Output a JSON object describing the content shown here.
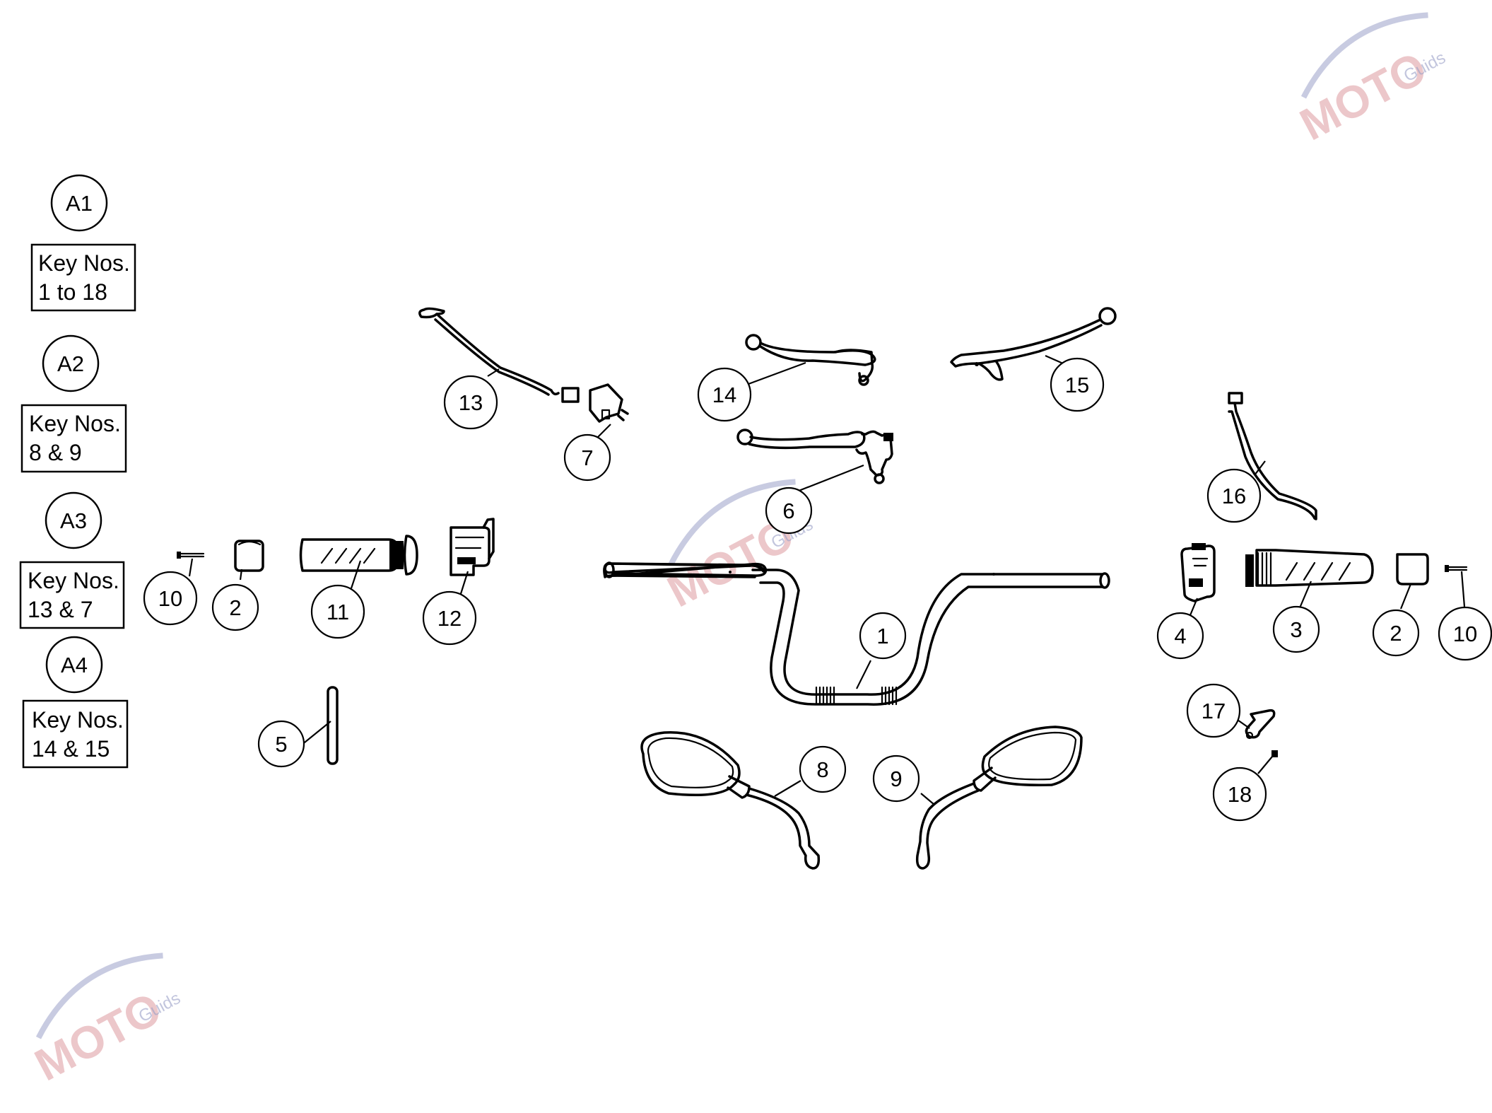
{
  "groups": [
    {
      "id": "A1",
      "key_line1": "Key Nos.",
      "key_line2": "1 to 18"
    },
    {
      "id": "A2",
      "key_line1": "Key Nos.",
      "key_line2": "8 & 9"
    },
    {
      "id": "A3",
      "key_line1": "Key Nos.",
      "key_line2": "13 & 7"
    },
    {
      "id": "A4",
      "key_line1": "Key Nos.",
      "key_line2": "14 & 15"
    }
  ],
  "callouts": {
    "c1": "1",
    "c2_left": "2",
    "c2_right": "2",
    "c3": "3",
    "c4": "4",
    "c5": "5",
    "c6": "6",
    "c7": "7",
    "c8": "8",
    "c9": "9",
    "c10_left": "10",
    "c10_right": "10",
    "c11": "11",
    "c12": "12",
    "c13": "13",
    "c14": "14",
    "c15": "15",
    "c16": "16",
    "c17": "17",
    "c18": "18"
  },
  "watermark": {
    "text": "MOTO",
    "sub": "Guids",
    "color_primary": "#d9534f",
    "color_secondary": "#5a63b0"
  }
}
